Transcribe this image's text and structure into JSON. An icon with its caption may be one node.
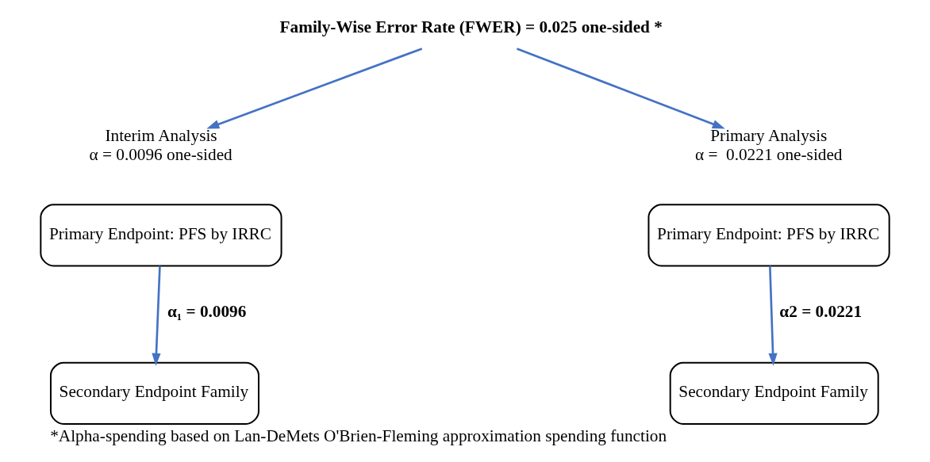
{
  "diagram": {
    "caption": "*Alpha-spending based on Lan-DeMets O'Brien-Fleming approximation spending function",
    "nodes": [
      {
        "text": [
          "Family-Wise Error Rate (FWER) = 0.025 one-sided *"
        ]
      },
      {
        "text": [
          "Interim Analysis",
          "α = 0.0096 one-sided"
        ]
      },
      {
        "text": [
          "Primary Analysis",
          "α =  0.0221 one-sided"
        ]
      },
      {
        "text": [
          "Primary Endpoint: PFS by IRRC"
        ]
      },
      {
        "text": [
          "Secondary Endpoint Family"
        ]
      },
      {
        "text": [
          "Primary Endpoint: PFS by IRRC"
        ]
      },
      {
        "text": [
          "Secondary Endpoint Family"
        ]
      }
    ],
    "edges": [
      {
        "from": 0,
        "to": 1,
        "arrow": "to"
      },
      {
        "from": 0,
        "to": 2,
        "arrow": "to"
      },
      {
        "from": 3,
        "to": 4,
        "arrow": "to",
        "label": "α₁ = 0.0096"
      },
      {
        "from": 5,
        "to": 6,
        "arrow": "to",
        "label": "α2 = 0.0221"
      }
    ]
  }
}
